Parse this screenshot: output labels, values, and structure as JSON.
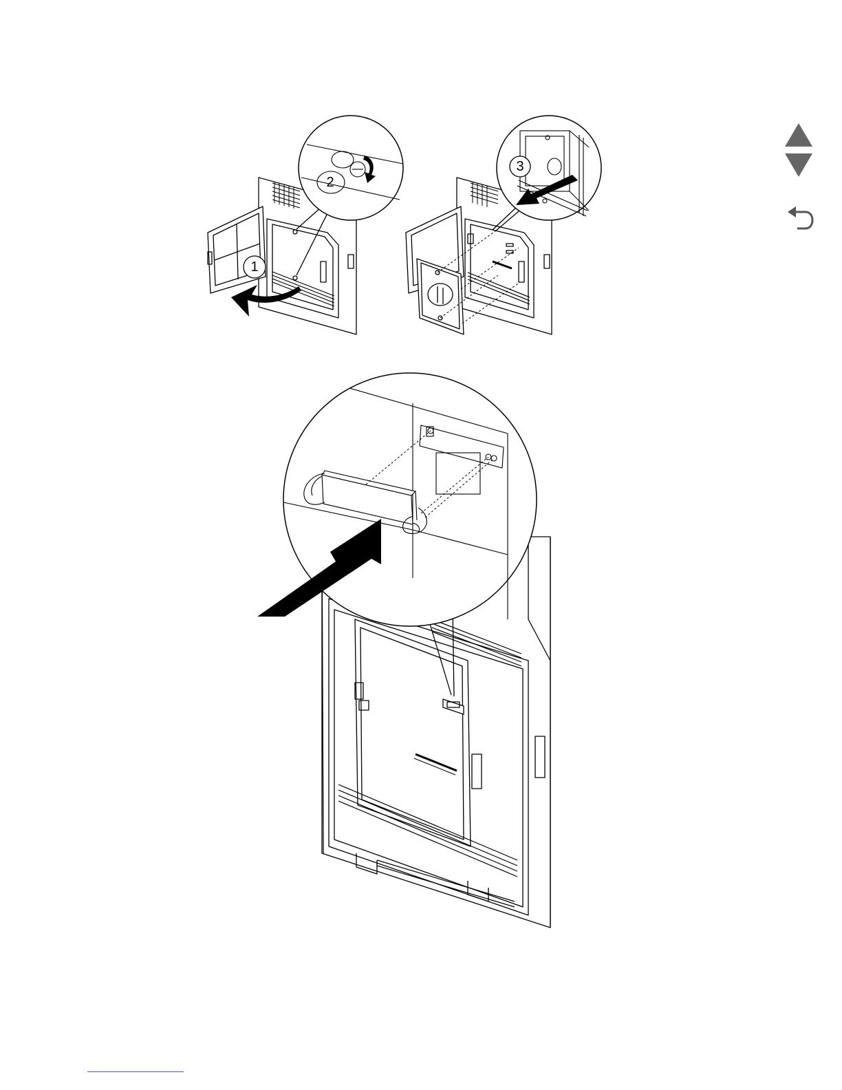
{
  "figure1": {
    "callouts": [
      "1",
      "2"
    ]
  },
  "figure2": {
    "callouts": [
      "3"
    ]
  },
  "nav": {
    "up_icon": "triangle-up-icon",
    "down_icon": "triangle-down-icon",
    "back_icon": "return-arrow-icon",
    "color": "#666666"
  },
  "footer": {
    "rule_color": "#4a5fc1"
  }
}
